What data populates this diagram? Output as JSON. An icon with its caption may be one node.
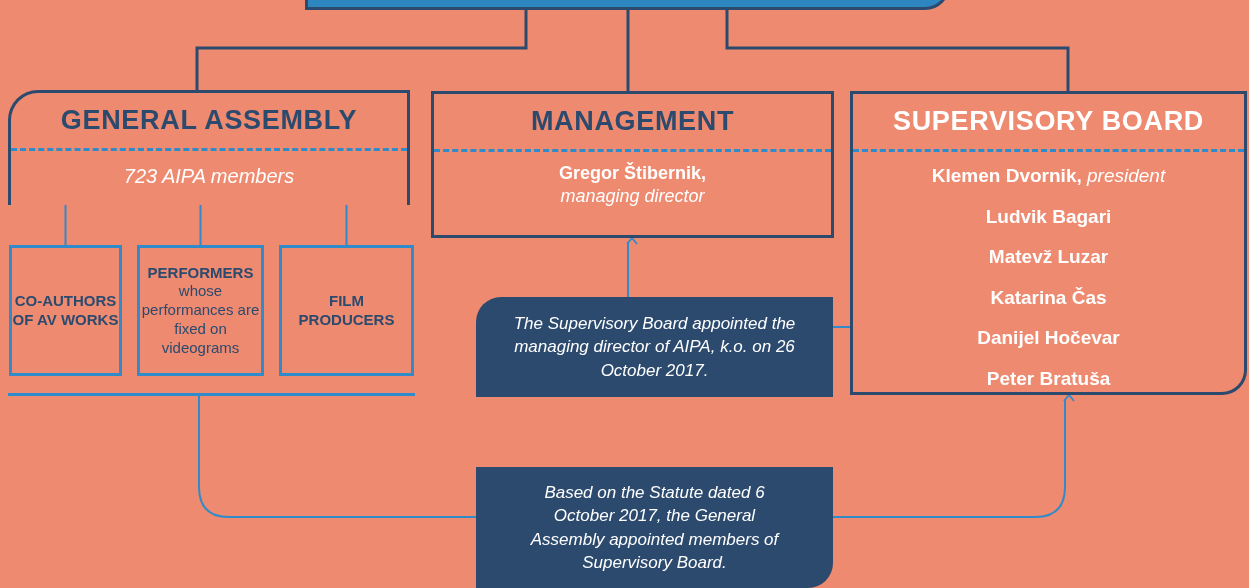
{
  "diagram": {
    "nodes": [
      {
        "text": [],
        "shape": "box"
      },
      {
        "text": [
          "GENERAL ASSEMBLY",
          "723 AIPA members"
        ]
      },
      {
        "text": [
          "MANAGEMENT",
          "Gregor Štibernik, *managing director*"
        ]
      },
      {
        "text": [
          "SUPERVISORY BOARD",
          "Klemen Dvornik, *president*",
          "Ludvik Bagari",
          "Matevž Luzar",
          "Katarina Čas",
          "Danijel Hočevar",
          "Peter Bratuša"
        ]
      },
      {
        "text": [
          "CO-AUTHORS OF AV WORKS"
        ]
      },
      {
        "text": [
          "PERFORMERS",
          "whose performances are fixed on videograms"
        ]
      },
      {
        "text": [
          "FILM PRODUCERS"
        ]
      },
      {
        "text": [],
        "shape": "bar"
      },
      {
        "text": [
          "The Supervisory Board appointed the managing director of AIPA, k.o. on 26 October 2017."
        ]
      },
      {
        "text": [
          "Based on the Statute dated 6 October 2017, the General Assembly appointed members of Supervisory Board."
        ]
      }
    ],
    "edges": [
      {
        "from": 0,
        "to": 1,
        "arrow": "none",
        "color": "#2c4a6e"
      },
      {
        "from": 0,
        "to": 2,
        "arrow": "none",
        "color": "#2c4a6e"
      },
      {
        "from": 0,
        "to": 3,
        "arrow": "none",
        "color": "#2c4a6e"
      },
      {
        "from": 1,
        "to": 4,
        "arrow": "none"
      },
      {
        "from": 1,
        "to": 5,
        "arrow": "none"
      },
      {
        "from": 1,
        "to": 6,
        "arrow": "none"
      },
      {
        "from": 8,
        "to": 2,
        "arrow": "to"
      },
      {
        "from": 8,
        "to": 3,
        "arrow": "none"
      },
      {
        "from": 7,
        "to": 9,
        "arrow": "none"
      },
      {
        "from": 9,
        "to": 3,
        "arrow": "to"
      }
    ]
  }
}
